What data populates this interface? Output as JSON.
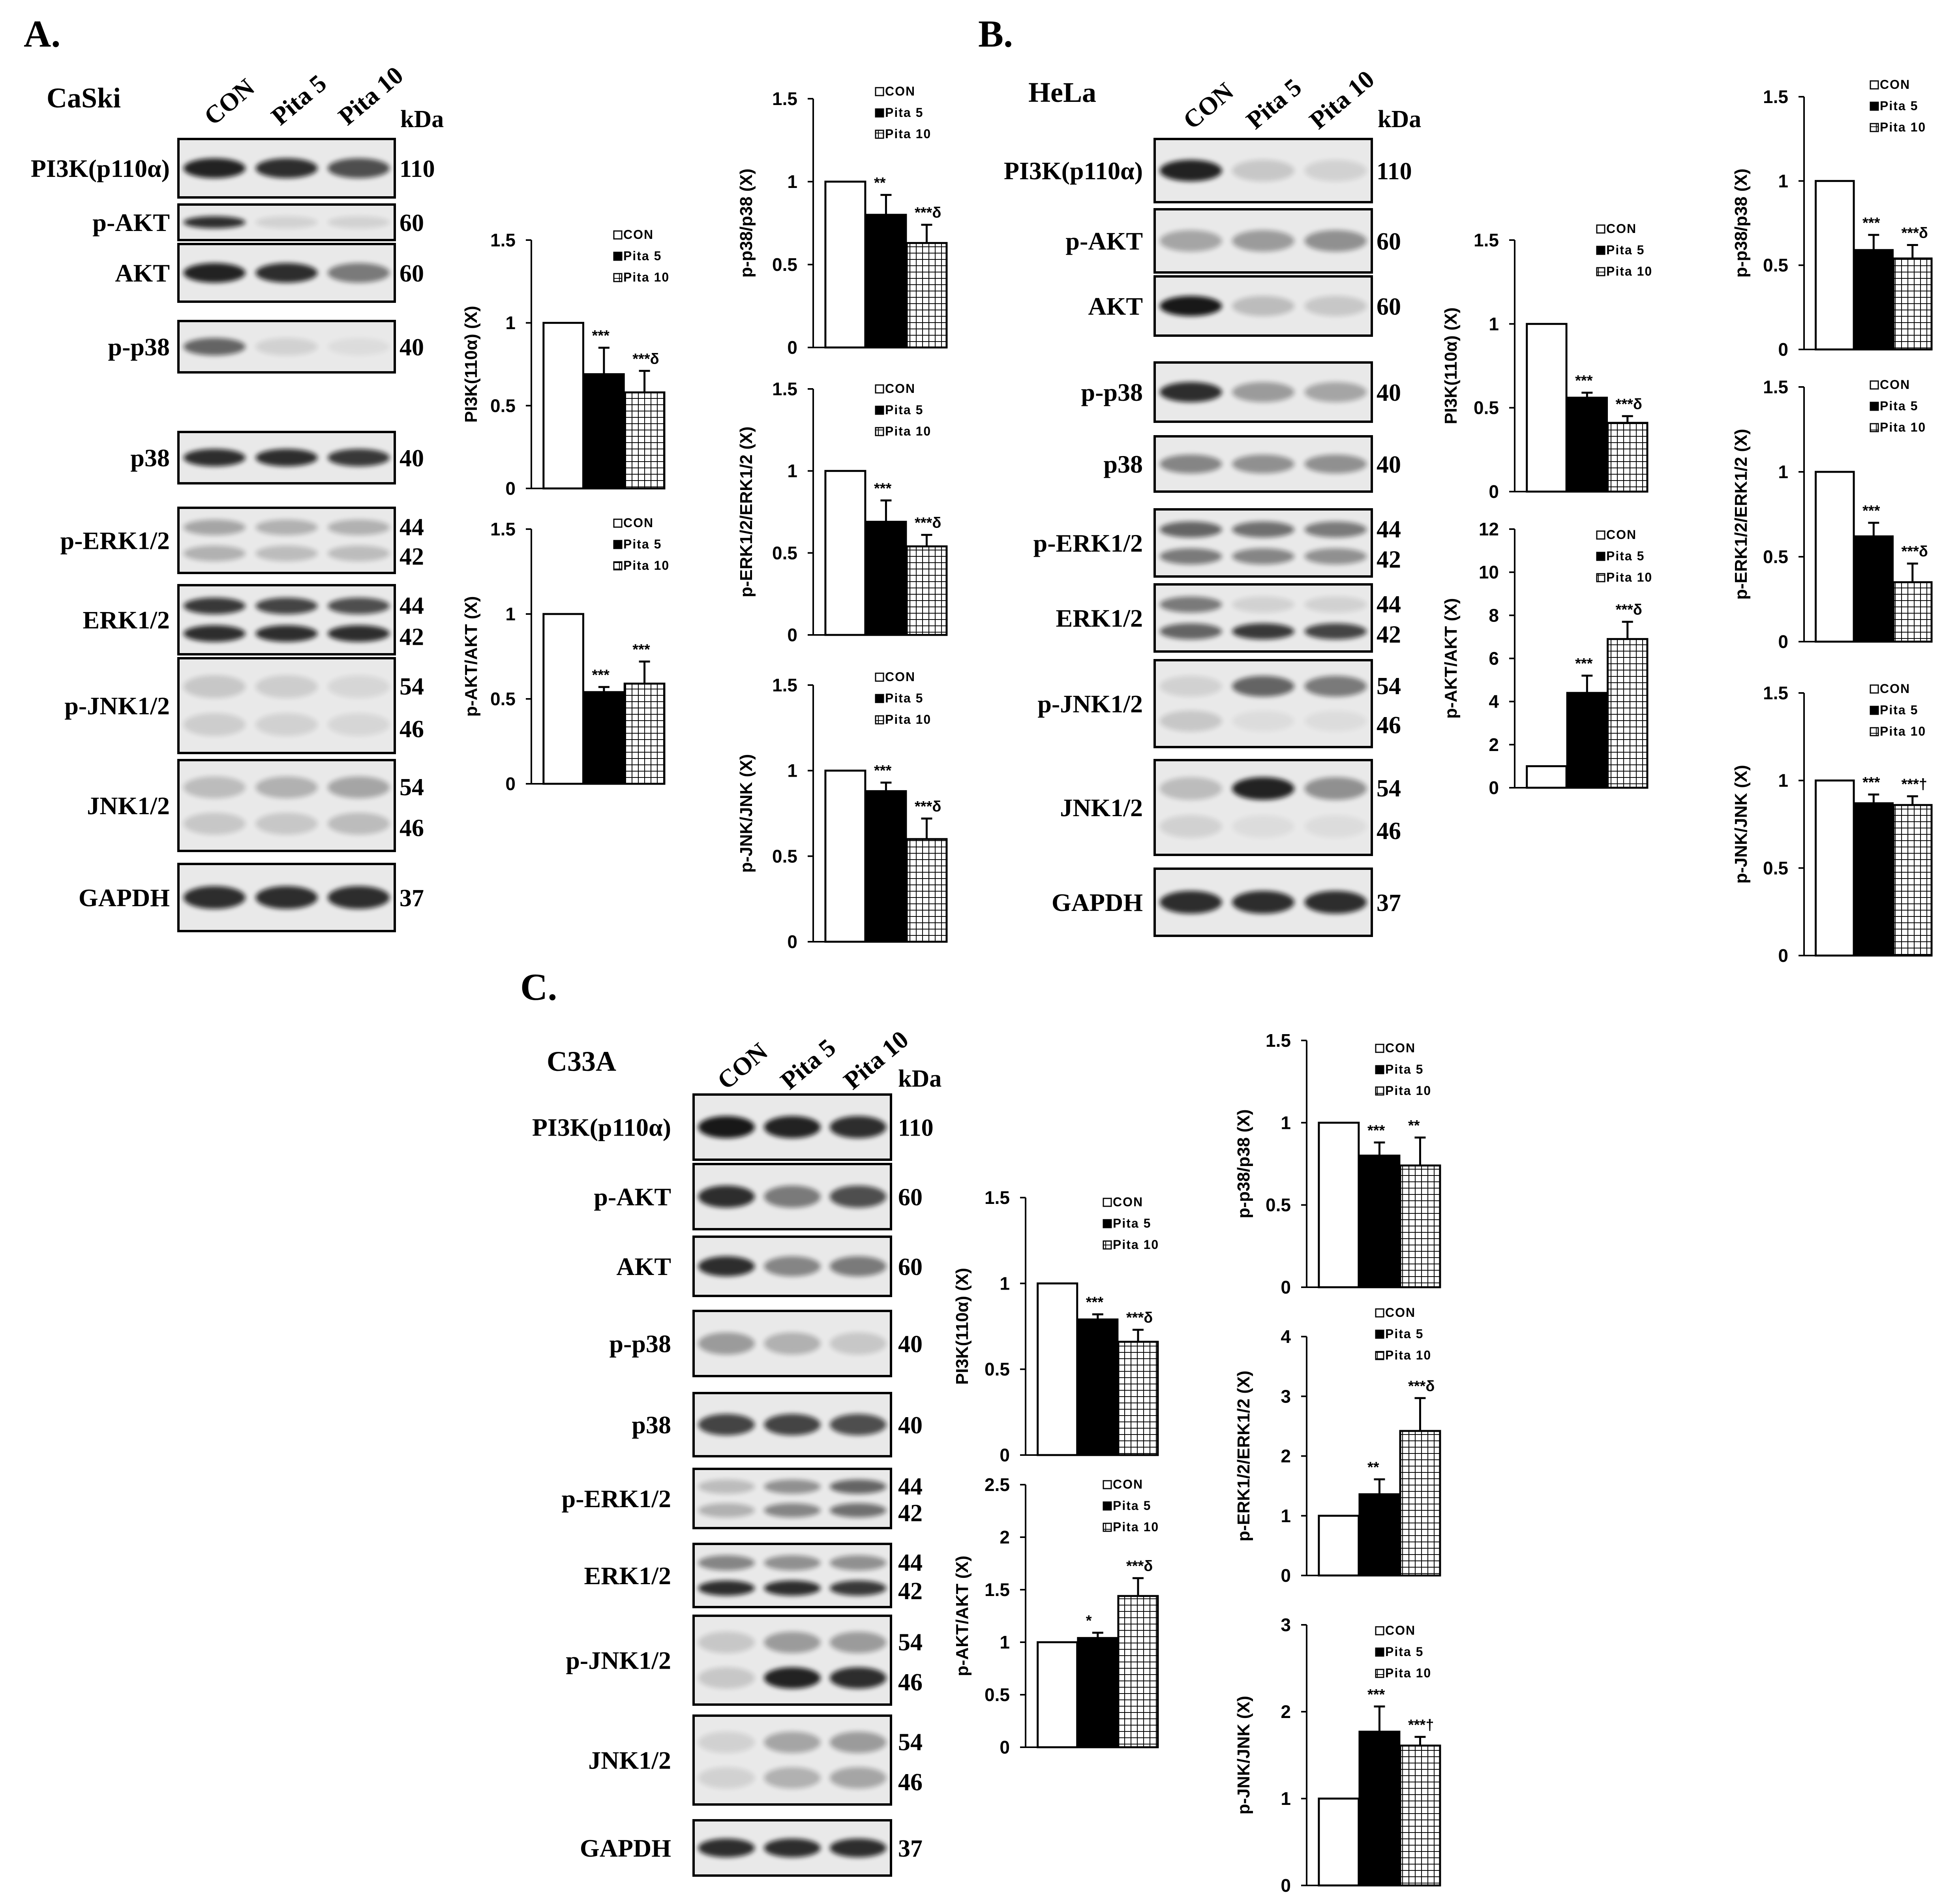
{
  "colors": {
    "background": "#ffffff",
    "ink": "#000000",
    "blot_bg": "#e9e9e9",
    "band": "#111111"
  },
  "lane_labels": [
    "CON",
    "Pita 5",
    "Pita 10"
  ],
  "kda_label": "kDa",
  "legend": [
    "CON",
    "Pita 5",
    "Pita 10"
  ],
  "panels": [
    {
      "letter": "A.",
      "cell_line": "CaSki",
      "blots": [
        {
          "protein": "PI3K(p110α)",
          "mw": [
            "110"
          ],
          "bands": [
            [
              0.9,
              0.85,
              0.7
            ]
          ]
        },
        {
          "protein": "p-AKT",
          "mw": [
            "60"
          ],
          "bands": [
            [
              0.85,
              0.1,
              0.1
            ]
          ]
        },
        {
          "protein": "AKT",
          "mw": [
            "60"
          ],
          "bands": [
            [
              0.9,
              0.85,
              0.5
            ]
          ]
        },
        {
          "protein": "p-p38",
          "mw": [
            "40"
          ],
          "bands": [
            [
              0.6,
              0.1,
              0.05
            ]
          ]
        },
        {
          "protein": "p38",
          "mw": [
            "40"
          ],
          "bands": [
            [
              0.85,
              0.85,
              0.8
            ]
          ]
        },
        {
          "protein": "p-ERK1/2",
          "mw": [
            "44",
            "42"
          ],
          "bands": [
            [
              0.3,
              0.25,
              0.25
            ],
            [
              0.25,
              0.2,
              0.2
            ]
          ]
        },
        {
          "protein": "ERK1/2",
          "mw": [
            "44",
            "42"
          ],
          "bands": [
            [
              0.8,
              0.75,
              0.7
            ],
            [
              0.85,
              0.85,
              0.85
            ]
          ]
        },
        {
          "protein": "p-JNK1/2",
          "mw": [
            "54",
            "46"
          ],
          "bands": [
            [
              0.15,
              0.12,
              0.08
            ],
            [
              0.12,
              0.1,
              0.08
            ]
          ]
        },
        {
          "protein": "JNK1/2",
          "mw": [
            "54",
            "46"
          ],
          "bands": [
            [
              0.2,
              0.25,
              0.3
            ],
            [
              0.15,
              0.15,
              0.2
            ]
          ]
        },
        {
          "protein": "GAPDH",
          "mw": [
            "37"
          ],
          "bands": [
            [
              0.85,
              0.85,
              0.85
            ]
          ]
        }
      ]
    },
    {
      "letter": "B.",
      "cell_line": "HeLa",
      "blots": [
        {
          "protein": "PI3K(p110α)",
          "mw": [
            "110"
          ],
          "bands": [
            [
              0.9,
              0.15,
              0.1
            ]
          ]
        },
        {
          "protein": "p-AKT",
          "mw": [
            "60"
          ],
          "bands": [
            [
              0.3,
              0.35,
              0.4
            ]
          ]
        },
        {
          "protein": "AKT",
          "mw": [
            "60"
          ],
          "bands": [
            [
              0.95,
              0.2,
              0.15
            ]
          ]
        },
        {
          "protein": "p-p38",
          "mw": [
            "40"
          ],
          "bands": [
            [
              0.85,
              0.35,
              0.3
            ]
          ]
        },
        {
          "protein": "p38",
          "mw": [
            "40"
          ],
          "bands": [
            [
              0.45,
              0.4,
              0.4
            ]
          ]
        },
        {
          "protein": "p-ERK1/2",
          "mw": [
            "44",
            "42"
          ],
          "bands": [
            [
              0.6,
              0.55,
              0.5
            ],
            [
              0.5,
              0.45,
              0.4
            ]
          ]
        },
        {
          "protein": "ERK1/2",
          "mw": [
            "44",
            "42"
          ],
          "bands": [
            [
              0.5,
              0.1,
              0.1
            ],
            [
              0.6,
              0.8,
              0.75
            ]
          ]
        },
        {
          "protein": "p-JNK1/2",
          "mw": [
            "54",
            "46"
          ],
          "bands": [
            [
              0.1,
              0.6,
              0.5
            ],
            [
              0.15,
              0.05,
              0.05
            ]
          ]
        },
        {
          "protein": "JNK1/2",
          "mw": [
            "54",
            "46"
          ],
          "bands": [
            [
              0.2,
              0.9,
              0.4
            ],
            [
              0.1,
              0.05,
              0.05
            ]
          ]
        },
        {
          "protein": "GAPDH",
          "mw": [
            "37"
          ],
          "bands": [
            [
              0.85,
              0.85,
              0.85
            ]
          ]
        }
      ]
    },
    {
      "letter": "C.",
      "cell_line": "C33A",
      "blots": [
        {
          "protein": "PI3K(p110α)",
          "mw": [
            "110"
          ],
          "bands": [
            [
              0.95,
              0.9,
              0.85
            ]
          ]
        },
        {
          "protein": "p-AKT",
          "mw": [
            "60"
          ],
          "bands": [
            [
              0.85,
              0.5,
              0.7
            ]
          ]
        },
        {
          "protein": "AKT",
          "mw": [
            "60"
          ],
          "bands": [
            [
              0.85,
              0.45,
              0.5
            ]
          ]
        },
        {
          "protein": "p-p38",
          "mw": [
            "40"
          ],
          "bands": [
            [
              0.35,
              0.25,
              0.15
            ]
          ]
        },
        {
          "protein": "p38",
          "mw": [
            "40"
          ],
          "bands": [
            [
              0.75,
              0.75,
              0.7
            ]
          ]
        },
        {
          "protein": "p-ERK1/2",
          "mw": [
            "44",
            "42"
          ],
          "bands": [
            [
              0.2,
              0.4,
              0.6
            ],
            [
              0.25,
              0.45,
              0.55
            ]
          ]
        },
        {
          "protein": "ERK1/2",
          "mw": [
            "44",
            "42"
          ],
          "bands": [
            [
              0.45,
              0.4,
              0.4
            ],
            [
              0.85,
              0.85,
              0.8
            ]
          ]
        },
        {
          "protein": "p-JNK1/2",
          "mw": [
            "54",
            "46"
          ],
          "bands": [
            [
              0.15,
              0.35,
              0.35
            ],
            [
              0.15,
              0.9,
              0.85
            ]
          ]
        },
        {
          "protein": "JNK1/2",
          "mw": [
            "54",
            "46"
          ],
          "bands": [
            [
              0.1,
              0.3,
              0.35
            ],
            [
              0.1,
              0.25,
              0.3
            ]
          ]
        },
        {
          "protein": "GAPDH",
          "mw": [
            "37"
          ],
          "bands": [
            [
              0.85,
              0.85,
              0.85
            ]
          ]
        }
      ]
    }
  ],
  "chart_data": [
    {
      "panel": "A",
      "type": "bar",
      "ylabel": "PI3K(110α) (X)",
      "ylim": [
        0,
        1.5
      ],
      "yticks": [
        "0",
        "0.5",
        "1",
        "1.5"
      ],
      "categories": [
        "CON",
        "Pita 5",
        "Pita 10"
      ],
      "values": [
        1.0,
        0.69,
        0.58
      ],
      "errors": [
        0,
        0.16,
        0.13
      ],
      "annotations": [
        "",
        "***",
        "***δ"
      ]
    },
    {
      "panel": "A",
      "type": "bar",
      "ylabel": "p-AKT/AKT (X)",
      "ylim": [
        0,
        1.5
      ],
      "yticks": [
        "0",
        "0.5",
        "1",
        "1.5"
      ],
      "categories": [
        "CON",
        "Pita 5",
        "Pita 10"
      ],
      "values": [
        1.0,
        0.54,
        0.59
      ],
      "errors": [
        0,
        0.03,
        0.13
      ],
      "annotations": [
        "",
        "***",
        "***"
      ]
    },
    {
      "panel": "A",
      "type": "bar",
      "ylabel": "p-p38/p38 (X)",
      "ylim": [
        0,
        1.5
      ],
      "yticks": [
        "0",
        "0.5",
        "1",
        "1.5"
      ],
      "categories": [
        "CON",
        "Pita 5",
        "Pita 10"
      ],
      "values": [
        1.0,
        0.8,
        0.63
      ],
      "errors": [
        0,
        0.12,
        0.11
      ],
      "annotations": [
        "",
        "**",
        "***δ"
      ]
    },
    {
      "panel": "A",
      "type": "bar",
      "ylabel": "p-ERK1/2/ERK1/2 (X)",
      "ylim": [
        0,
        1.5
      ],
      "yticks": [
        "0",
        "0.5",
        "1",
        "1.5"
      ],
      "categories": [
        "CON",
        "Pita 5",
        "Pita 10"
      ],
      "values": [
        1.0,
        0.69,
        0.54
      ],
      "errors": [
        0,
        0.13,
        0.07
      ],
      "annotations": [
        "",
        "***",
        "***δ"
      ]
    },
    {
      "panel": "A",
      "type": "bar",
      "ylabel": "p-JNK/JNK (X)",
      "ylim": [
        0,
        1.5
      ],
      "yticks": [
        "0",
        "0.5",
        "1",
        "1.5"
      ],
      "categories": [
        "CON",
        "Pita 5",
        "Pita 10"
      ],
      "values": [
        1.0,
        0.88,
        0.6
      ],
      "errors": [
        0,
        0.05,
        0.12
      ],
      "annotations": [
        "",
        "***",
        "***δ"
      ]
    },
    {
      "panel": "B",
      "type": "bar",
      "ylabel": "PI3K(110α) (X)",
      "ylim": [
        0,
        1.5
      ],
      "yticks": [
        "0",
        "0.5",
        "1",
        "1.5"
      ],
      "categories": [
        "CON",
        "Pita 5",
        "Pita 10"
      ],
      "values": [
        1.0,
        0.56,
        0.41
      ],
      "errors": [
        0,
        0.03,
        0.04
      ],
      "annotations": [
        "",
        "***",
        "***δ"
      ]
    },
    {
      "panel": "B",
      "type": "bar",
      "ylabel": "p-AKT/AKT (X)",
      "ylim": [
        0,
        12
      ],
      "yticks": [
        "0",
        "2",
        "4",
        "6",
        "8",
        "10",
        "12"
      ],
      "categories": [
        "CON",
        "Pita 5",
        "Pita 10"
      ],
      "values": [
        1.0,
        4.4,
        6.9
      ],
      "errors": [
        0,
        0.8,
        0.8
      ],
      "annotations": [
        "",
        "***",
        "***δ"
      ]
    },
    {
      "panel": "B",
      "type": "bar",
      "ylabel": "p-p38/p38 (X)",
      "ylim": [
        0,
        1.5
      ],
      "yticks": [
        "0",
        "0.5",
        "1",
        "1.5"
      ],
      "categories": [
        "CON",
        "Pita 5",
        "Pita 10"
      ],
      "values": [
        1.0,
        0.59,
        0.54
      ],
      "errors": [
        0,
        0.09,
        0.08
      ],
      "annotations": [
        "",
        "***",
        "***δ"
      ]
    },
    {
      "panel": "B",
      "type": "bar",
      "ylabel": "p-ERK1/2/ERK1/2 (X)",
      "ylim": [
        0,
        1.5
      ],
      "yticks": [
        "0",
        "0.5",
        "1",
        "1.5"
      ],
      "categories": [
        "CON",
        "Pita 5",
        "Pita 10"
      ],
      "values": [
        1.0,
        0.62,
        0.35
      ],
      "errors": [
        0,
        0.08,
        0.11
      ],
      "annotations": [
        "",
        "***",
        "***δ"
      ]
    },
    {
      "panel": "B",
      "type": "bar",
      "ylabel": "p-JNK/JNK (X)",
      "ylim": [
        0,
        1.5
      ],
      "yticks": [
        "0",
        "0.5",
        "1",
        "1.5"
      ],
      "categories": [
        "CON",
        "Pita 5",
        "Pita 10"
      ],
      "values": [
        1.0,
        0.87,
        0.86
      ],
      "errors": [
        0,
        0.05,
        0.05
      ],
      "annotations": [
        "",
        "***",
        "***†"
      ]
    },
    {
      "panel": "C",
      "type": "bar",
      "ylabel": "PI3K(110α) (X)",
      "ylim": [
        0,
        1.5
      ],
      "yticks": [
        "0",
        "0.5",
        "1",
        "1.5"
      ],
      "categories": [
        "CON",
        "Pita 5",
        "Pita 10"
      ],
      "values": [
        1.0,
        0.79,
        0.66
      ],
      "errors": [
        0,
        0.03,
        0.07
      ],
      "annotations": [
        "",
        "***",
        "***δ"
      ]
    },
    {
      "panel": "C",
      "type": "bar",
      "ylabel": "p-AKT/AKT (X)",
      "ylim": [
        0,
        2.5
      ],
      "yticks": [
        "0",
        "0.5",
        "1",
        "1.5",
        "2",
        "2.5"
      ],
      "categories": [
        "CON",
        "Pita 5",
        "Pita 10"
      ],
      "values": [
        1.0,
        1.04,
        1.44
      ],
      "errors": [
        0,
        0.05,
        0.17
      ],
      "annotations": [
        "",
        "*",
        "***δ"
      ]
    },
    {
      "panel": "C",
      "type": "bar",
      "ylabel": "p-p38/p38 (X)",
      "ylim": [
        0,
        1.5
      ],
      "yticks": [
        "0",
        "0.5",
        "1",
        "1.5"
      ],
      "categories": [
        "CON",
        "Pita 5",
        "Pita 10"
      ],
      "values": [
        1.0,
        0.8,
        0.74
      ],
      "errors": [
        0,
        0.08,
        0.17
      ],
      "annotations": [
        "",
        "***",
        "**"
      ]
    },
    {
      "panel": "C",
      "type": "bar",
      "ylabel": "p-ERK1/2/ERK1/2 (X)",
      "ylim": [
        0,
        4
      ],
      "yticks": [
        "0",
        "1",
        "2",
        "3",
        "4"
      ],
      "categories": [
        "CON",
        "Pita 5",
        "Pita 10"
      ],
      "values": [
        1.0,
        1.36,
        2.42
      ],
      "errors": [
        0,
        0.25,
        0.55
      ],
      "annotations": [
        "",
        "**",
        "***δ"
      ]
    },
    {
      "panel": "C",
      "type": "bar",
      "ylabel": "p-JNK/JNK (X)",
      "ylim": [
        0,
        3
      ],
      "yticks": [
        "0",
        "1",
        "2",
        "3"
      ],
      "categories": [
        "CON",
        "Pita 5",
        "Pita 10"
      ],
      "values": [
        1.0,
        1.77,
        1.61
      ],
      "errors": [
        0,
        0.29,
        0.1
      ],
      "annotations": [
        "",
        "***",
        "***†"
      ]
    }
  ]
}
